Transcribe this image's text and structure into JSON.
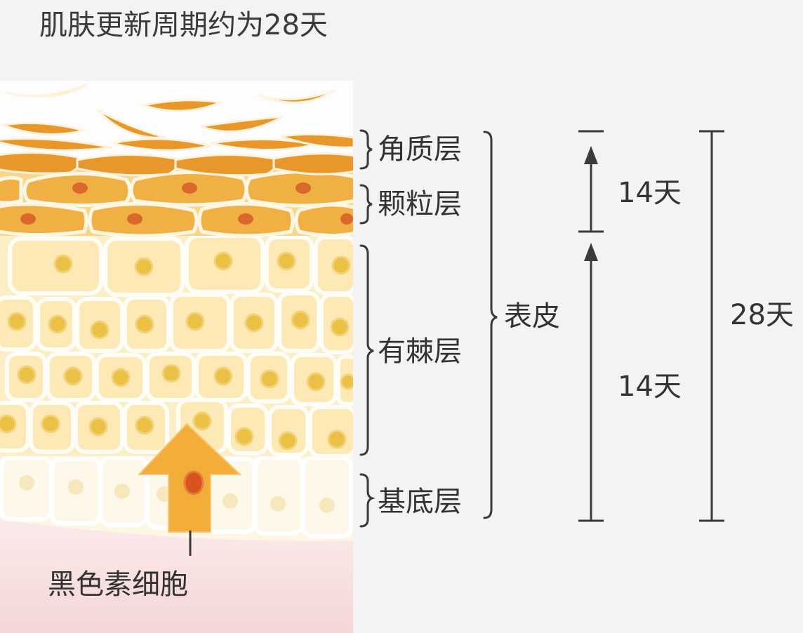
{
  "title": "肌肤更新周期约为28天",
  "layers": {
    "stratum_corneum": "角质层",
    "stratum_granulosum": "颗粒层",
    "stratum_spinosum": "有棘层",
    "stratum_basale": "基底层"
  },
  "epidermis_label": "表皮",
  "durations": {
    "upper": "14天",
    "lower": "14天",
    "total": "28天"
  },
  "melanocyte_label": "黑色素细胞",
  "colors": {
    "corneum_orange": "#e49a2a",
    "granular_orange": "#f0b043",
    "spinous_cream": "#fbe9b4",
    "nucleus": "#e8bc3e",
    "basal_cream": "#fdf4dc",
    "melanocyte": "#f3ae3a",
    "dermis_pink": "#f5d9d9",
    "bracket_gray": "#3a3a3a"
  },
  "icons": {
    "skin_cross_section": "skin-cross-section-illustration",
    "arrow": "arrow-up-icon",
    "bracket": "bracket-icon"
  }
}
